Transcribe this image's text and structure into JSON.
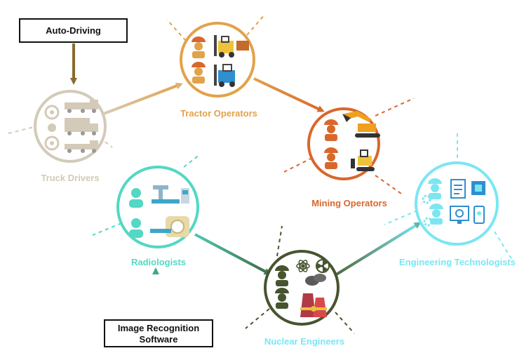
{
  "colors": {
    "truck": "#d3cab8",
    "tractor": "#e2a24a",
    "mining": "#d9672b",
    "radiology": "#52d8c4",
    "nuclear": "#47542f",
    "engineering": "#7be6f2",
    "box_border": "#111111"
  },
  "nodes": {
    "truck": {
      "label": "Truck Drivers"
    },
    "tractor": {
      "label": "Tractor Operators"
    },
    "mining": {
      "label": "Mining Operators"
    },
    "radiology": {
      "label": "Radiologists"
    },
    "nuclear": {
      "label": "Nuclear Engineers"
    },
    "engineering": {
      "label": "Engineering Technologists"
    }
  },
  "boxes": {
    "auto_driving": {
      "label": "Auto-Driving"
    },
    "image_recognition": {
      "line1": "Image Recognition",
      "line2": "Software"
    }
  },
  "icons": {
    "truck": [
      "steering-wheel-icon",
      "flatbed-truck-icon",
      "covered-truck-icon"
    ],
    "tractor": [
      "worker-icon",
      "forklift-icon"
    ],
    "mining": [
      "worker-icon",
      "excavator-icon",
      "bulldozer-icon"
    ],
    "radiology": [
      "person-icon",
      "x-ray-machine-icon",
      "mri-scanner-icon"
    ],
    "nuclear": [
      "worker-icon",
      "atom-icon",
      "radiation-icon",
      "cooling-tower-icon"
    ],
    "engineering": [
      "worker-icon",
      "blueprint-icon",
      "chip-icon",
      "monitor-icon",
      "gear-icon"
    ]
  }
}
